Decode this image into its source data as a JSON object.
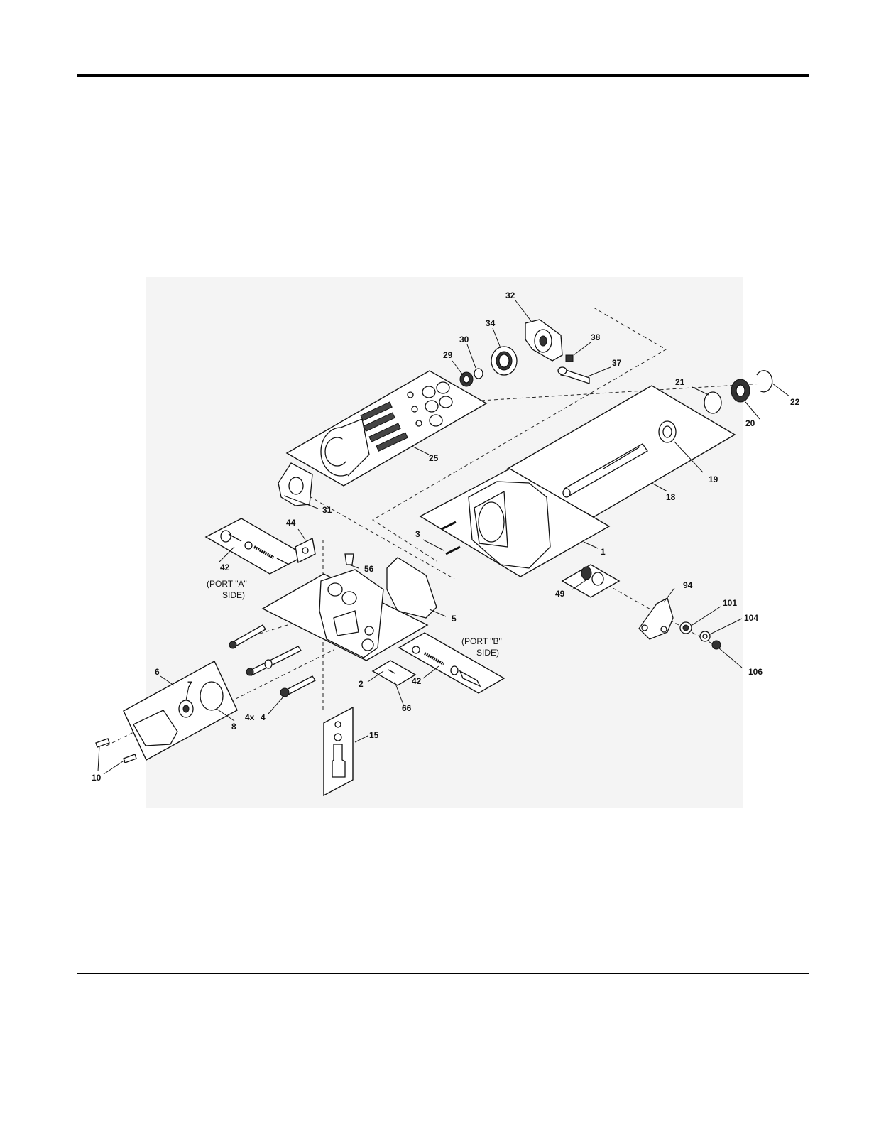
{
  "diagram": {
    "callouts": [
      {
        "id": "c32",
        "text": "32"
      },
      {
        "id": "c34",
        "text": "34"
      },
      {
        "id": "c30",
        "text": "30"
      },
      {
        "id": "c29",
        "text": "29"
      },
      {
        "id": "c38",
        "text": "38"
      },
      {
        "id": "c37",
        "text": "37"
      },
      {
        "id": "c21",
        "text": "21"
      },
      {
        "id": "c22",
        "text": "22"
      },
      {
        "id": "c20",
        "text": "20"
      },
      {
        "id": "c25",
        "text": "25"
      },
      {
        "id": "c19",
        "text": "19"
      },
      {
        "id": "c18",
        "text": "18"
      },
      {
        "id": "c31",
        "text": "31"
      },
      {
        "id": "c44",
        "text": "44"
      },
      {
        "id": "c3",
        "text": "3"
      },
      {
        "id": "c1",
        "text": "1"
      },
      {
        "id": "c42a",
        "text": "42"
      },
      {
        "id": "c56",
        "text": "56"
      },
      {
        "id": "c49",
        "text": "49"
      },
      {
        "id": "c94",
        "text": "94"
      },
      {
        "id": "c5",
        "text": "5"
      },
      {
        "id": "c101",
        "text": "101"
      },
      {
        "id": "c104",
        "text": "104"
      },
      {
        "id": "c106",
        "text": "106"
      },
      {
        "id": "c6",
        "text": "6"
      },
      {
        "id": "c7",
        "text": "7"
      },
      {
        "id": "c2",
        "text": "2"
      },
      {
        "id": "c42b",
        "text": "42"
      },
      {
        "id": "c66",
        "text": "66"
      },
      {
        "id": "c8",
        "text": "8"
      },
      {
        "id": "c4x",
        "text": "4x"
      },
      {
        "id": "c4",
        "text": "4"
      },
      {
        "id": "c15",
        "text": "15"
      },
      {
        "id": "c10",
        "text": "10"
      }
    ],
    "notes": {
      "port_a_line1": "(PORT \"A\"",
      "port_a_line2": "SIDE)",
      "port_b_line1": "(PORT \"B\"",
      "port_b_line2": "SIDE)"
    }
  }
}
